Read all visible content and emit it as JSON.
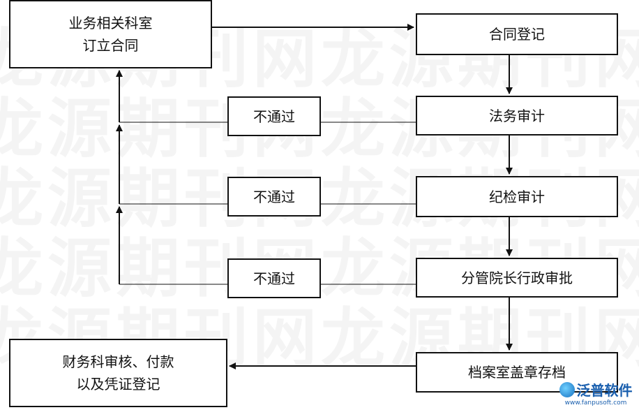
{
  "diagram": {
    "boxes": {
      "dept": {
        "line1": "业务相关科室",
        "line2": "订立合同"
      },
      "register": "合同登记",
      "legal": "法务审计",
      "discipline": "纪检审计",
      "approval": "分管院长行政审批",
      "archive": "档案室盖章存档",
      "finance": {
        "line1": "财务科审核、付款",
        "line2": "以及凭证登记"
      },
      "reject1": "不通过",
      "reject2": "不通过",
      "reject3": "不通过"
    },
    "watermark": "龙源期刊网龙源期刊网",
    "logo": {
      "name": "泛普软件",
      "url": "www.fanpusoft.com"
    }
  },
  "colors": {
    "line": "#111111",
    "logo": "#1a5fae"
  }
}
